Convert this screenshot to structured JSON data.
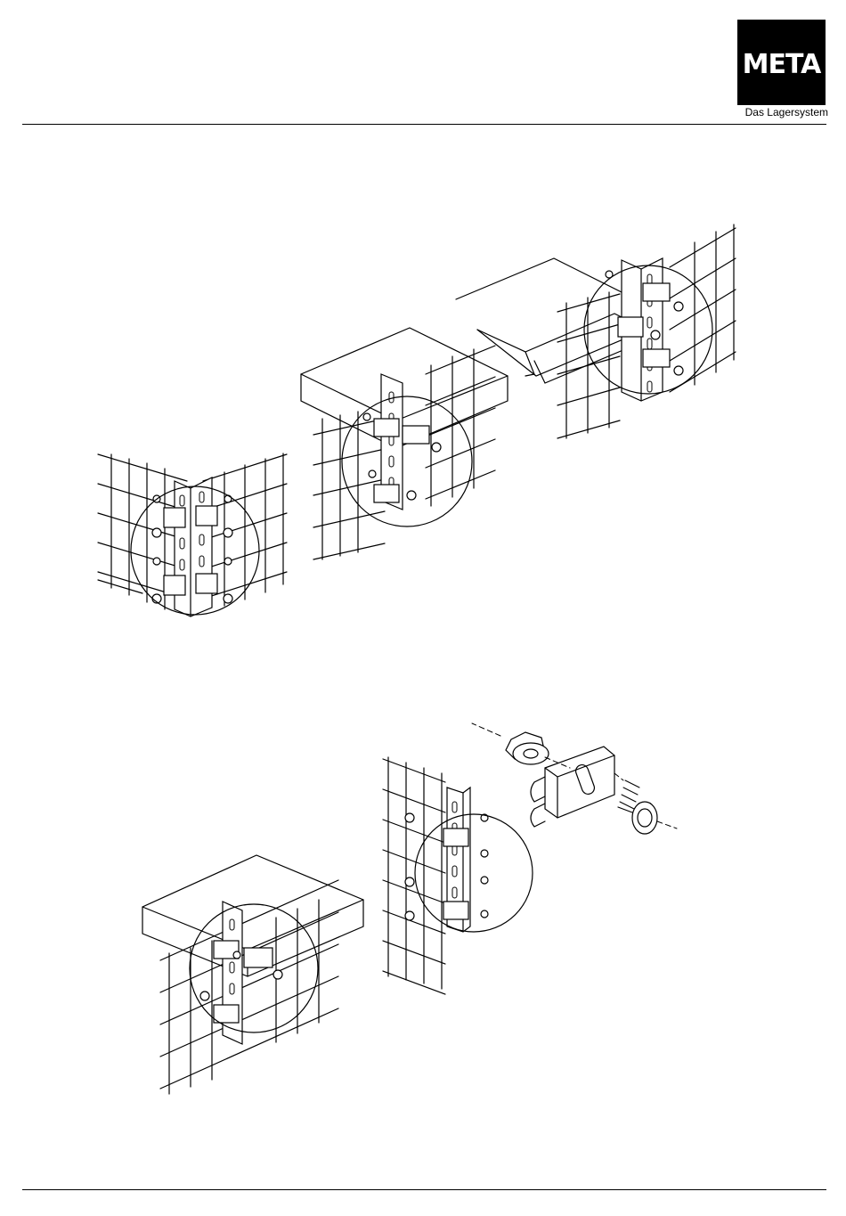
{
  "brand": {
    "logo_text": "META",
    "tagline": "Das Lagersystem"
  },
  "colors": {
    "ink": "#000000",
    "paper": "#ffffff"
  },
  "illustrations": [
    "corner-post-mesh-assembly",
    "shelf-post-mesh-assembly",
    "rear-post-mesh-assembly",
    "shelf-end-post-mesh-assembly",
    "side-post-mesh-assembly",
    "clip-nut-screw-exploded-detail"
  ]
}
